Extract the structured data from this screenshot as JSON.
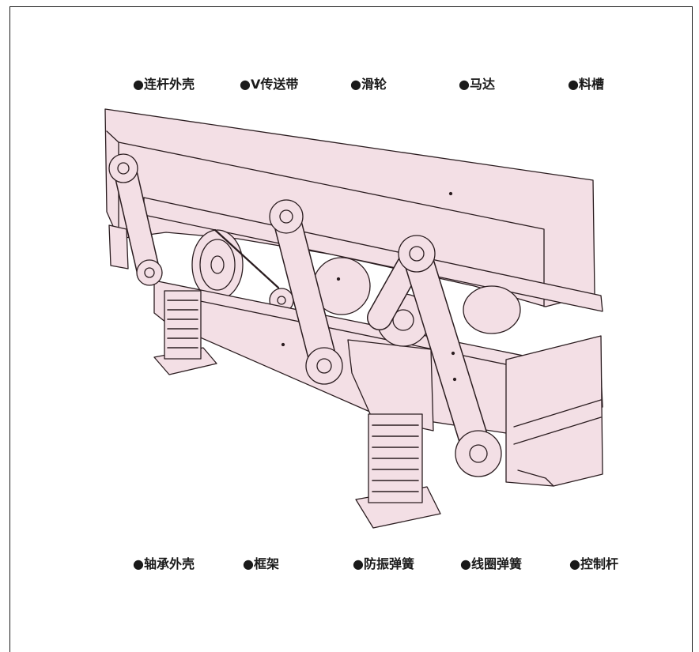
{
  "labels": {
    "top": [
      "●连杆外壳",
      "●V传送带",
      "●滑轮",
      "●马达",
      "●料槽"
    ],
    "bottom": [
      "●轴承外壳",
      "●框架",
      "●防振弹簧",
      "●线圈弹簧",
      "●控制杆"
    ]
  },
  "colors": {
    "fill": "#f3dfe5",
    "stroke": "#2b1d20",
    "border": "#1a1a1a"
  }
}
